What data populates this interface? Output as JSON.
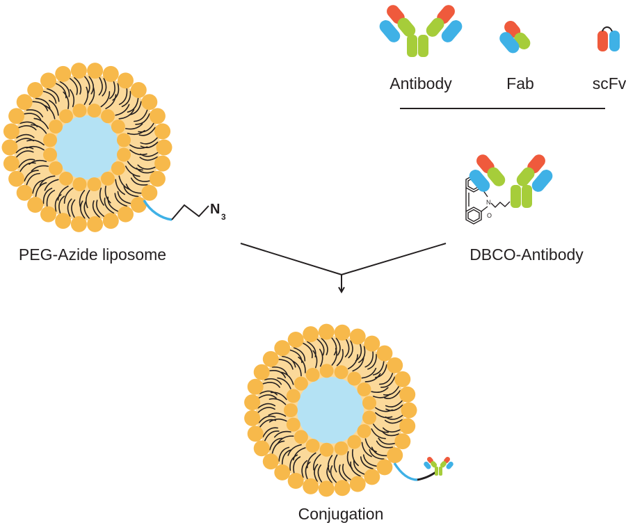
{
  "legend": {
    "antibody_label": "Antibody",
    "fab_label": "Fab",
    "scfv_label": "scFv"
  },
  "reactants": {
    "liposome_label": "PEG-Azide liposome",
    "azide_group": "N",
    "azide_subscript": "3",
    "dbco_label": "DBCO-Antibody",
    "dbco_n": "N",
    "dbco_o": "O"
  },
  "product": {
    "label": "Conjugation"
  },
  "colors": {
    "heavy_chain": "#a6cd3a",
    "heavy_variable": "#ef5a3c",
    "light_chain": "#3fb1e6",
    "lipid_head": "#f7b94b",
    "lipid_shell": "#fbd99a",
    "lipid_tail": "#231f20",
    "aqueous_core": "#b4e2f4",
    "peg_linker": "#3fb1e6",
    "arrow": "#231f20"
  }
}
